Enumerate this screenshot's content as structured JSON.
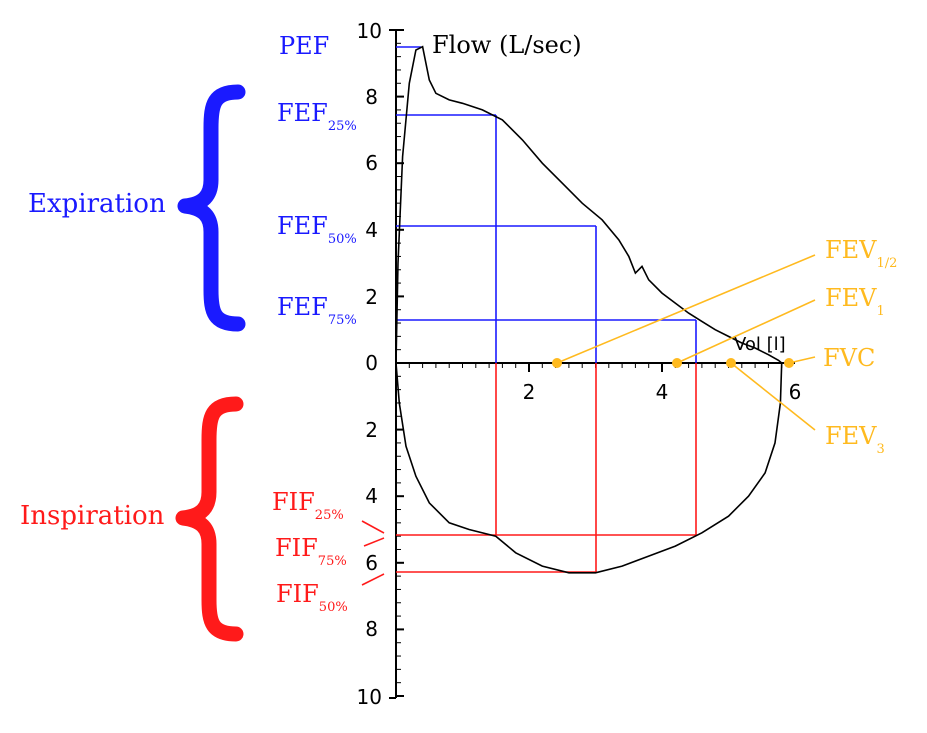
{
  "chart_data": {
    "type": "line",
    "y_axis_label": "Flow (L/sec)",
    "x_axis_label": "Vol [l]",
    "x_ticks": [
      "2",
      "4",
      "6"
    ],
    "y_ticks_upper": [
      "0",
      "2",
      "4",
      "6",
      "8",
      "10"
    ],
    "y_ticks_lower": [
      "2",
      "4",
      "6",
      "8",
      "10"
    ],
    "xlim": [
      0,
      6
    ],
    "ylim_expiration": [
      0,
      10
    ],
    "ylim_inspiration": [
      0,
      10
    ],
    "expiratory_curve": {
      "x": [
        0,
        0.03,
        0.1,
        0.2,
        0.3,
        0.4,
        0.5,
        0.6,
        0.8,
        1.0,
        1.3,
        1.6,
        1.9,
        2.2,
        2.5,
        2.8,
        3.1,
        3.35,
        3.5,
        3.6,
        3.7,
        3.8,
        4.0,
        4.2,
        4.4,
        4.6,
        4.8,
        5.0,
        5.2,
        5.4,
        5.6,
        5.75,
        5.8
      ],
      "y": [
        0,
        3,
        6.2,
        8.4,
        9.4,
        9.5,
        8.5,
        8.1,
        7.9,
        7.8,
        7.6,
        7.3,
        6.7,
        6.0,
        5.4,
        4.8,
        4.3,
        3.7,
        3.2,
        2.7,
        2.9,
        2.5,
        2.1,
        1.8,
        1.5,
        1.25,
        1.0,
        0.8,
        0.6,
        0.45,
        0.25,
        0.08,
        0
      ]
    },
    "inspiratory_curve": {
      "x": [
        0,
        0.05,
        0.15,
        0.3,
        0.5,
        0.8,
        1.1,
        1.5,
        1.8,
        2.2,
        2.6,
        3.0,
        3.4,
        3.8,
        4.2,
        4.6,
        5.0,
        5.3,
        5.55,
        5.7,
        5.78,
        5.8
      ],
      "y": [
        0,
        1.2,
        2.5,
        3.4,
        4.2,
        4.8,
        5.0,
        5.2,
        5.7,
        6.1,
        6.3,
        6.3,
        6.1,
        5.8,
        5.5,
        5.1,
        4.6,
        4.0,
        3.3,
        2.4,
        1.2,
        0
      ]
    },
    "series": [
      {
        "name": "Expiration",
        "color": "#1a1aff"
      },
      {
        "name": "Inspiration",
        "color": "#ff1a1a"
      }
    ]
  },
  "labels": {
    "expiration": "Expiration",
    "inspiration": "Inspiration",
    "pef": "PEF",
    "fef": "FEF",
    "fef25_sub": "25%",
    "fef50_sub": "50%",
    "fef75_sub": "75%",
    "fif": "FIF",
    "fif25_sub": "25%",
    "fif75_sub": "75%",
    "fif50_sub": "50%",
    "fev": "FEV",
    "fev_half_sub": "1/2",
    "fev1_sub": "1",
    "fev3_sub": "3",
    "fvc": "FVC"
  },
  "markers": {
    "pef_flow": 9.5,
    "fef25": {
      "vol": 1.5,
      "flow": 7.5
    },
    "fef50": {
      "vol": 3.0,
      "flow": 4.1
    },
    "fef75": {
      "vol": 4.5,
      "flow": 1.3
    },
    "fif25": {
      "vol": 1.5,
      "flow": 5.2
    },
    "fif75": {
      "vol": 4.5,
      "flow": 5.2
    },
    "fif50": {
      "vol": 3.0,
      "flow": 6.3
    },
    "fev_half_vol": 2.45,
    "fev1_vol": 4.25,
    "fev3_vol": 5.05,
    "fvc_vol": 5.95
  },
  "colors": {
    "expiration": "#1a1aff",
    "inspiration": "#ff1a1a",
    "volume_markers": "#ffba1f",
    "curve": "#000000"
  }
}
